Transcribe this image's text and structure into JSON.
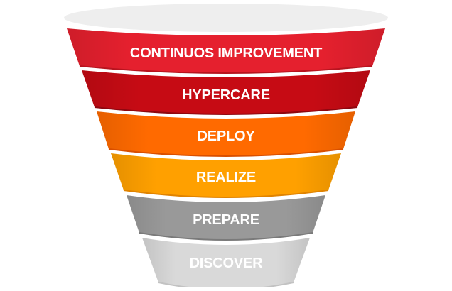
{
  "funnel": {
    "stages": [
      {
        "label": "CONTINUOS IMPROVEMENT",
        "color": "#e5202e",
        "edge": "#b8141f"
      },
      {
        "label": "HYPERCARE",
        "color": "#c60b14",
        "edge": "#8f0710"
      },
      {
        "label": "DEPLOY",
        "color": "#ff6a00",
        "edge": "#d94f00"
      },
      {
        "label": "REALIZE",
        "color": "#ffa000",
        "edge": "#e08300"
      },
      {
        "label": "PREPARE",
        "color": "#999999",
        "edge": "#7a7a7a"
      },
      {
        "label": "DISCOVER",
        "color": "#d9d9d9",
        "edge": "#c2c2c2"
      }
    ],
    "rim_color": "#eeeeee"
  }
}
